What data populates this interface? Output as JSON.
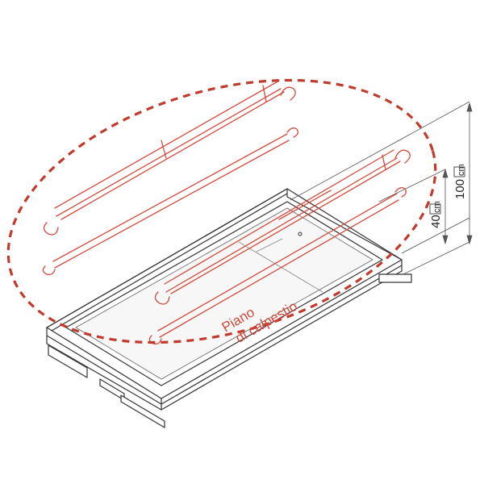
{
  "labels": {
    "deck_line1": "Piano",
    "deck_line2": "di calpestio",
    "dim_40_value": "40",
    "dim_40_unit": "cm",
    "dim_100_value": "100",
    "dim_100_unit": "cm"
  },
  "colors": {
    "guardrail": "#d34a3c",
    "dashed_outline": "#c23a2c",
    "frame": "#333333"
  }
}
